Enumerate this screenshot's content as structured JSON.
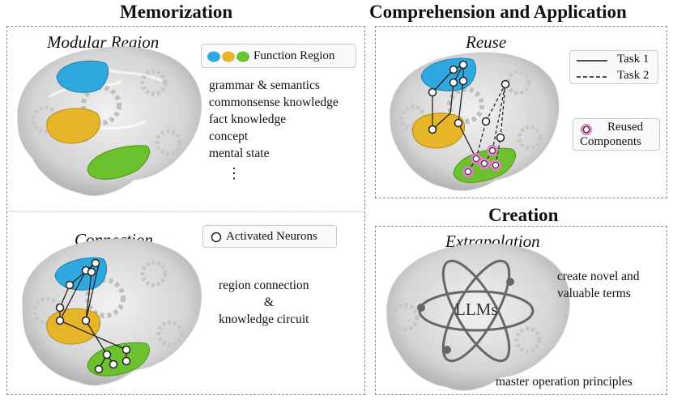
{
  "titles": {
    "memorization": "Memorization",
    "comprehension": "Comprehension and Application",
    "creation": "Creation"
  },
  "modular": {
    "title": "Modular Region",
    "legend_label": "Function Region",
    "items": [
      "grammar & semantics",
      "commonsense knowledge",
      "fact knowledge",
      "concept",
      "mental state",
      "⋮"
    ]
  },
  "connection": {
    "title": "Connection",
    "legend_label": "Activated Neurons",
    "lines": [
      "region  connection",
      "&",
      "knowledge circuit"
    ]
  },
  "reuse": {
    "title": "Reuse",
    "legend": [
      "Task 1",
      "Task 2"
    ],
    "reused_label": [
      "Reused",
      "Components"
    ]
  },
  "extrapolation": {
    "title": "Extrapolation",
    "center_label": "LLMs",
    "lines_top": [
      "create novel and",
      "valuable terms"
    ],
    "line_bottom": "master operation principles"
  },
  "colors": {
    "blue_region": "#2fa8e0",
    "yellow_region": "#e6b52a",
    "green_region": "#6cc22e",
    "reused_ring": "#e080c8"
  }
}
